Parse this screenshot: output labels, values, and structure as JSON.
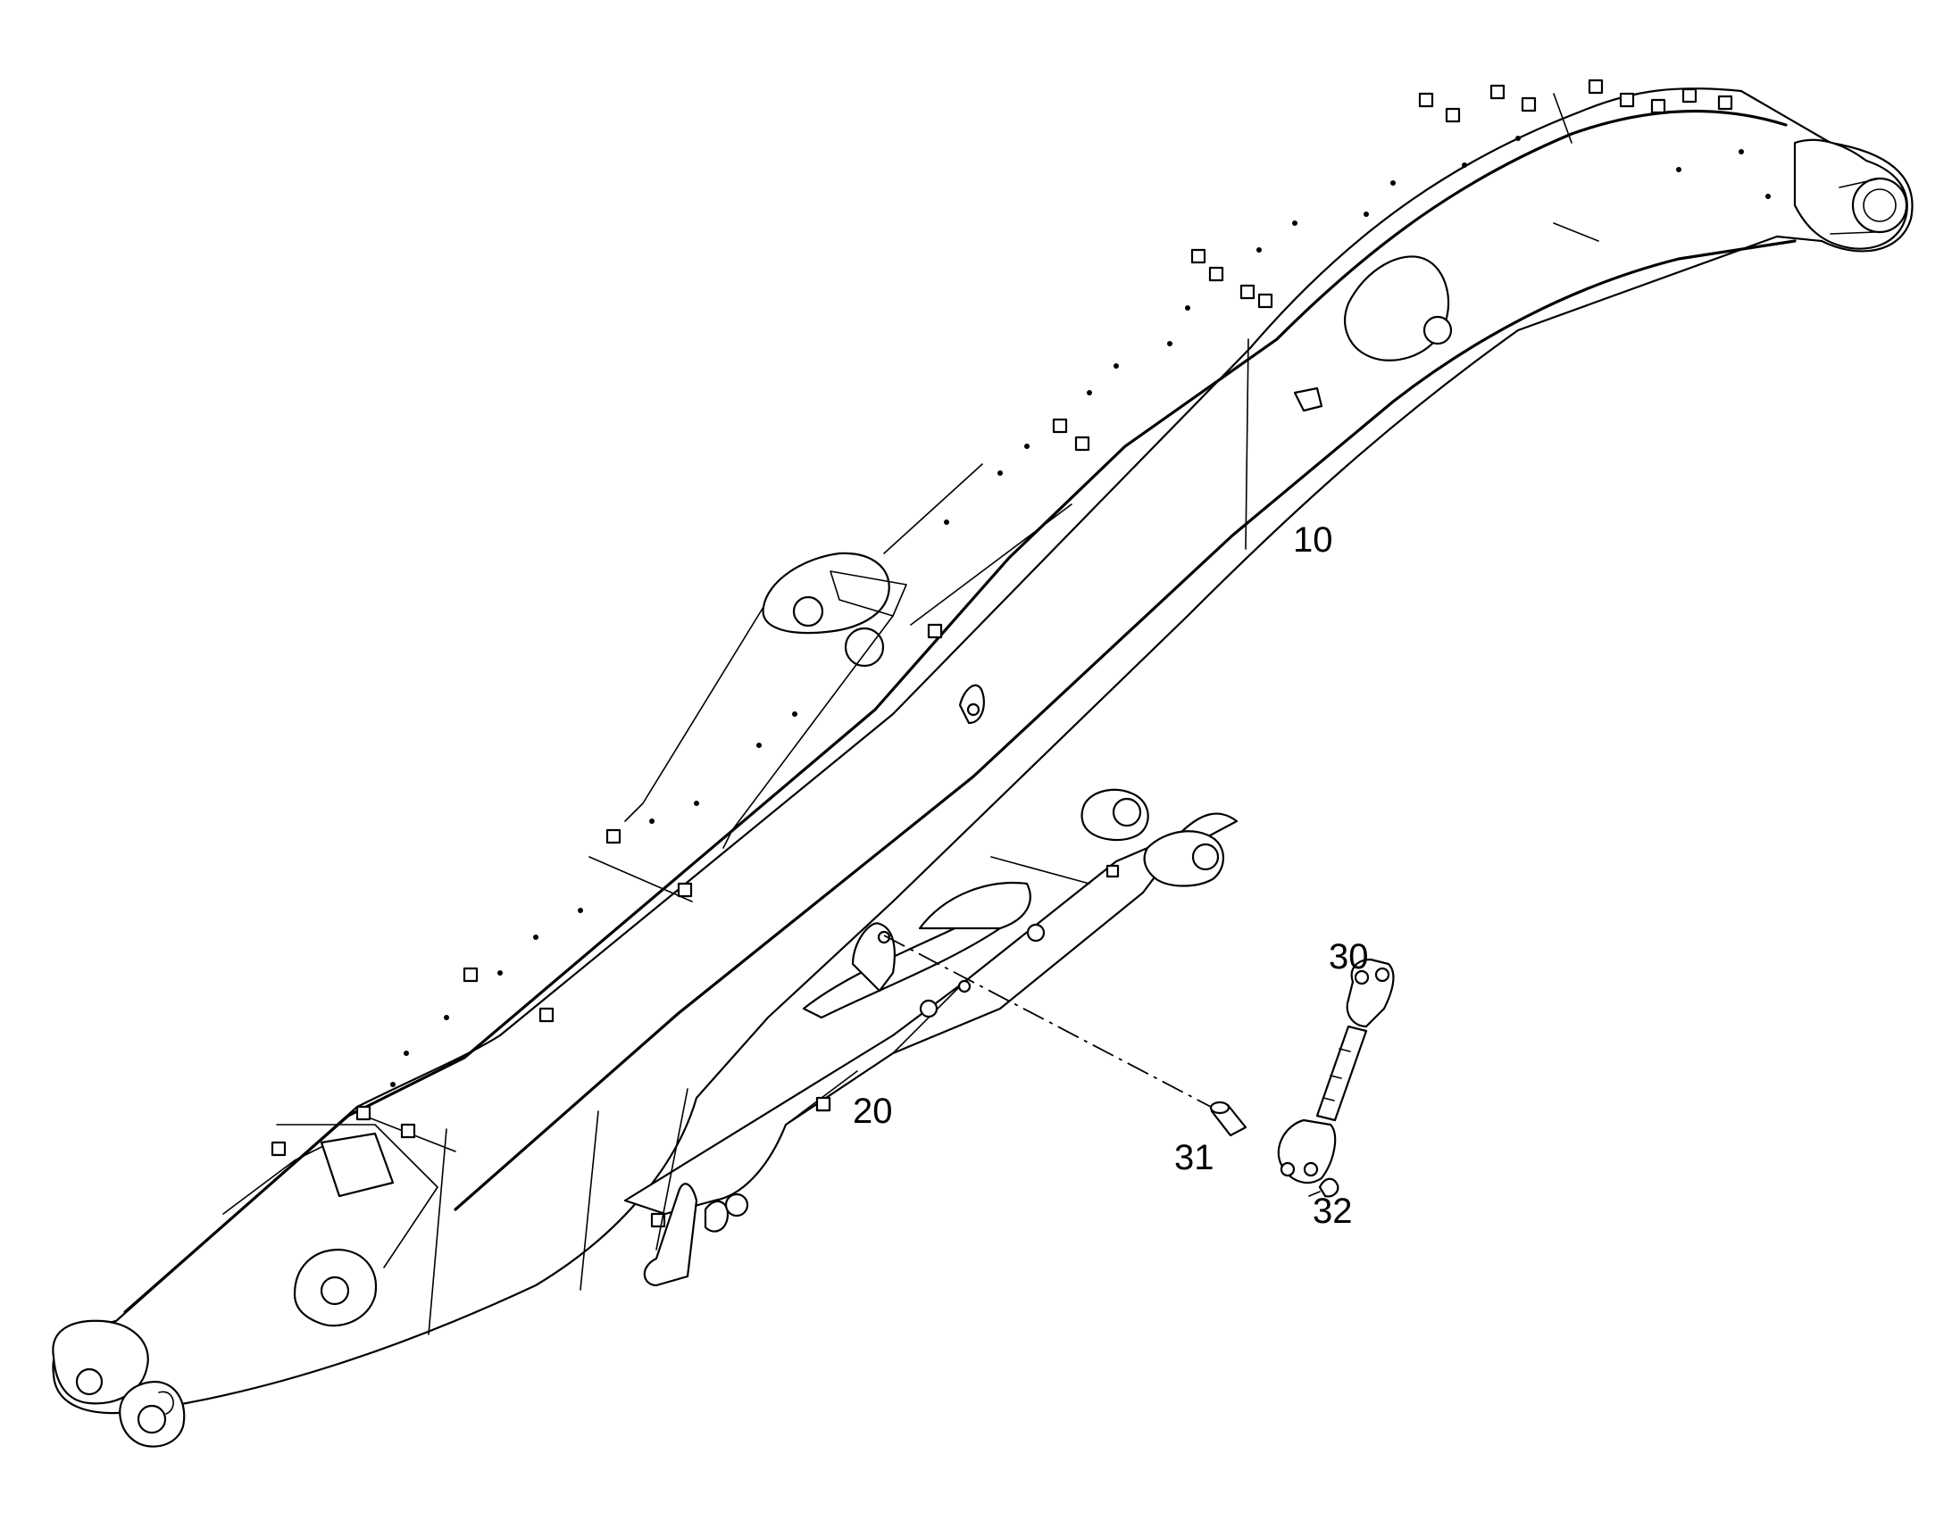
{
  "diagram": {
    "callouts": [
      {
        "id": "part-10",
        "text": "10"
      },
      {
        "id": "part-20",
        "text": "20"
      },
      {
        "id": "part-30",
        "text": "30"
      },
      {
        "id": "part-31",
        "text": "31"
      },
      {
        "id": "part-32",
        "text": "32"
      }
    ],
    "colors": {
      "line": "#000000",
      "background": "#ffffff"
    }
  }
}
